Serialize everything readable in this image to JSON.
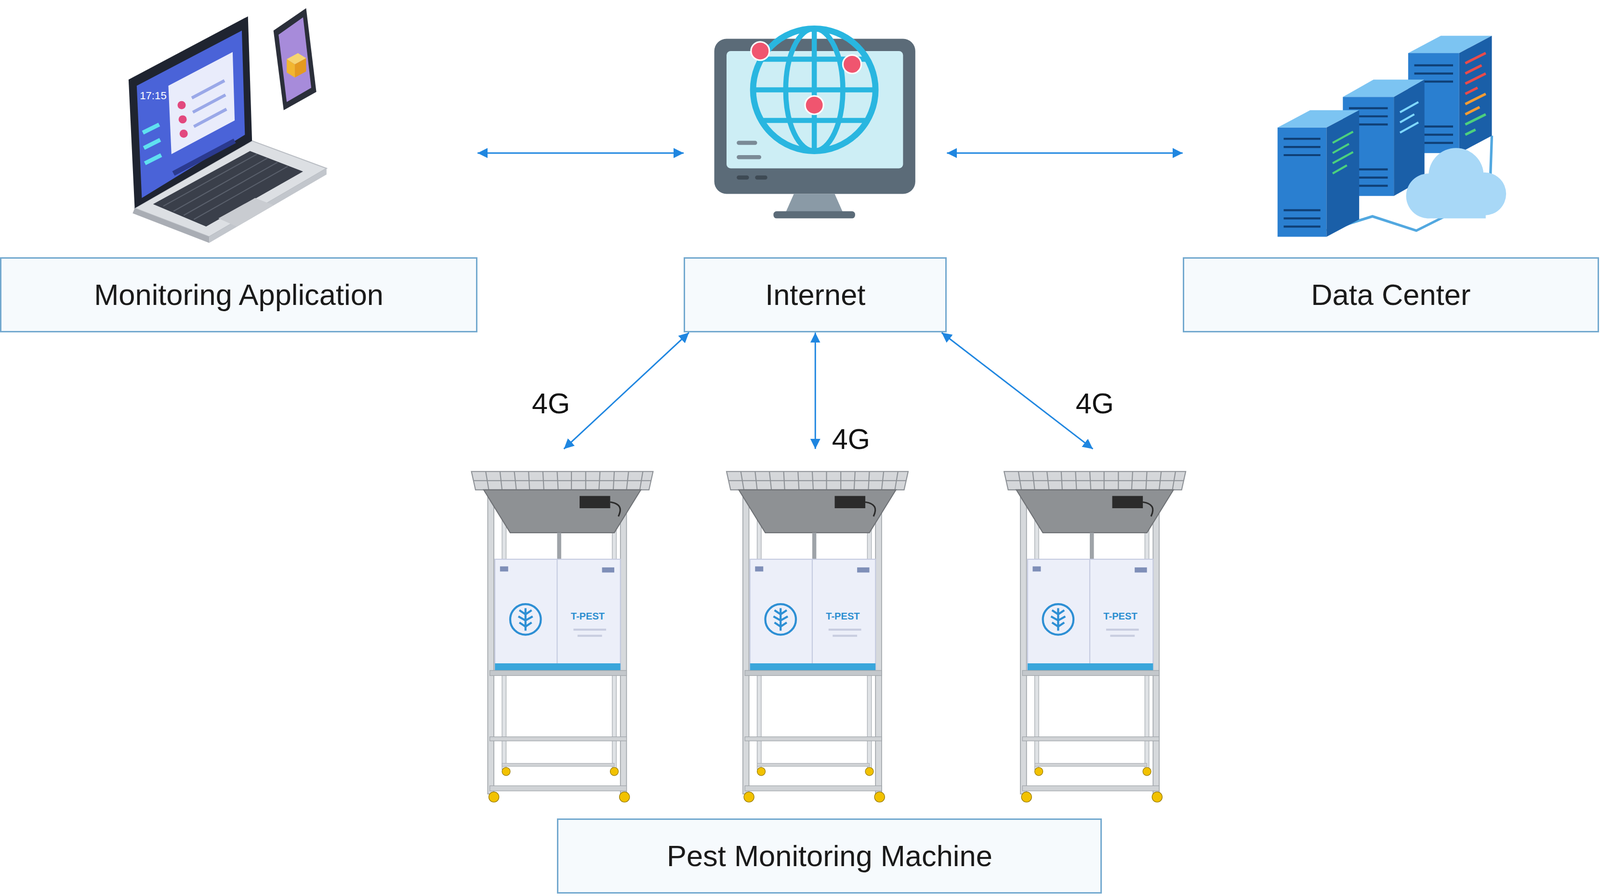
{
  "diagram": {
    "nodes": [
      {
        "text": [
          "Monitoring Application"
        ]
      },
      {
        "text": [
          "Internet"
        ]
      },
      {
        "text": [
          "Data Center"
        ]
      },
      {
        "text": [
          "T-PEST"
        ]
      },
      {
        "text": [
          "T-PEST"
        ]
      },
      {
        "text": [
          "T-PEST"
        ]
      },
      {
        "text": [
          "Pest Monitoring Machine"
        ]
      }
    ],
    "edges": [
      {
        "from": 0,
        "to": 1,
        "arrow": "both"
      },
      {
        "from": 1,
        "to": 2,
        "arrow": "both"
      },
      {
        "from": 1,
        "to": 3,
        "label": "4G",
        "arrow": "both"
      },
      {
        "from": 1,
        "to": 4,
        "label": "4G",
        "arrow": "both"
      },
      {
        "from": 1,
        "to": 5,
        "label": "4G",
        "arrow": "both"
      }
    ],
    "labels": [
      "17:15"
    ]
  }
}
